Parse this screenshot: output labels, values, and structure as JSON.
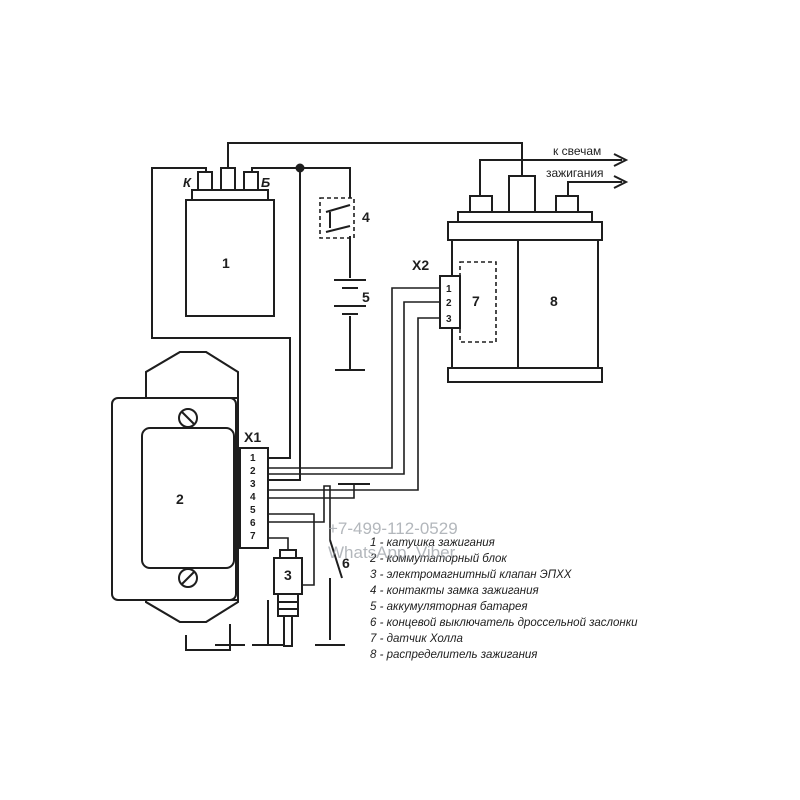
{
  "components": {
    "coil": "1",
    "commutator": "2",
    "valve": "3",
    "ignition_switch": "4",
    "battery": "5",
    "throttle_switch": "6",
    "hall_sensor": "7",
    "distributor": "8"
  },
  "terminals": {
    "k": "К",
    "b": "Б"
  },
  "connectors": {
    "x1": {
      "label": "X1",
      "pins": [
        "1",
        "2",
        "3",
        "4",
        "5",
        "6",
        "7"
      ]
    },
    "x2": {
      "label": "X2",
      "pins": [
        "1",
        "2",
        "3"
      ]
    }
  },
  "outputs": {
    "line1": "к свечам",
    "line2": "зажигания"
  },
  "watermark": {
    "phone": "+7-499-112-0529",
    "app": "WhatsApp, Viber"
  },
  "legend": [
    "1 - катушка зажигания",
    "2 - коммутаторный блок",
    "3 - электромагнитный клапан ЭПХХ",
    "4 - контакты замка зажигания",
    "5 - аккумуляторная батарея",
    "6 - концевой выключатель дроссельной заслонки",
    "7 - датчик Холла",
    "8 - распределитель зажигания"
  ]
}
